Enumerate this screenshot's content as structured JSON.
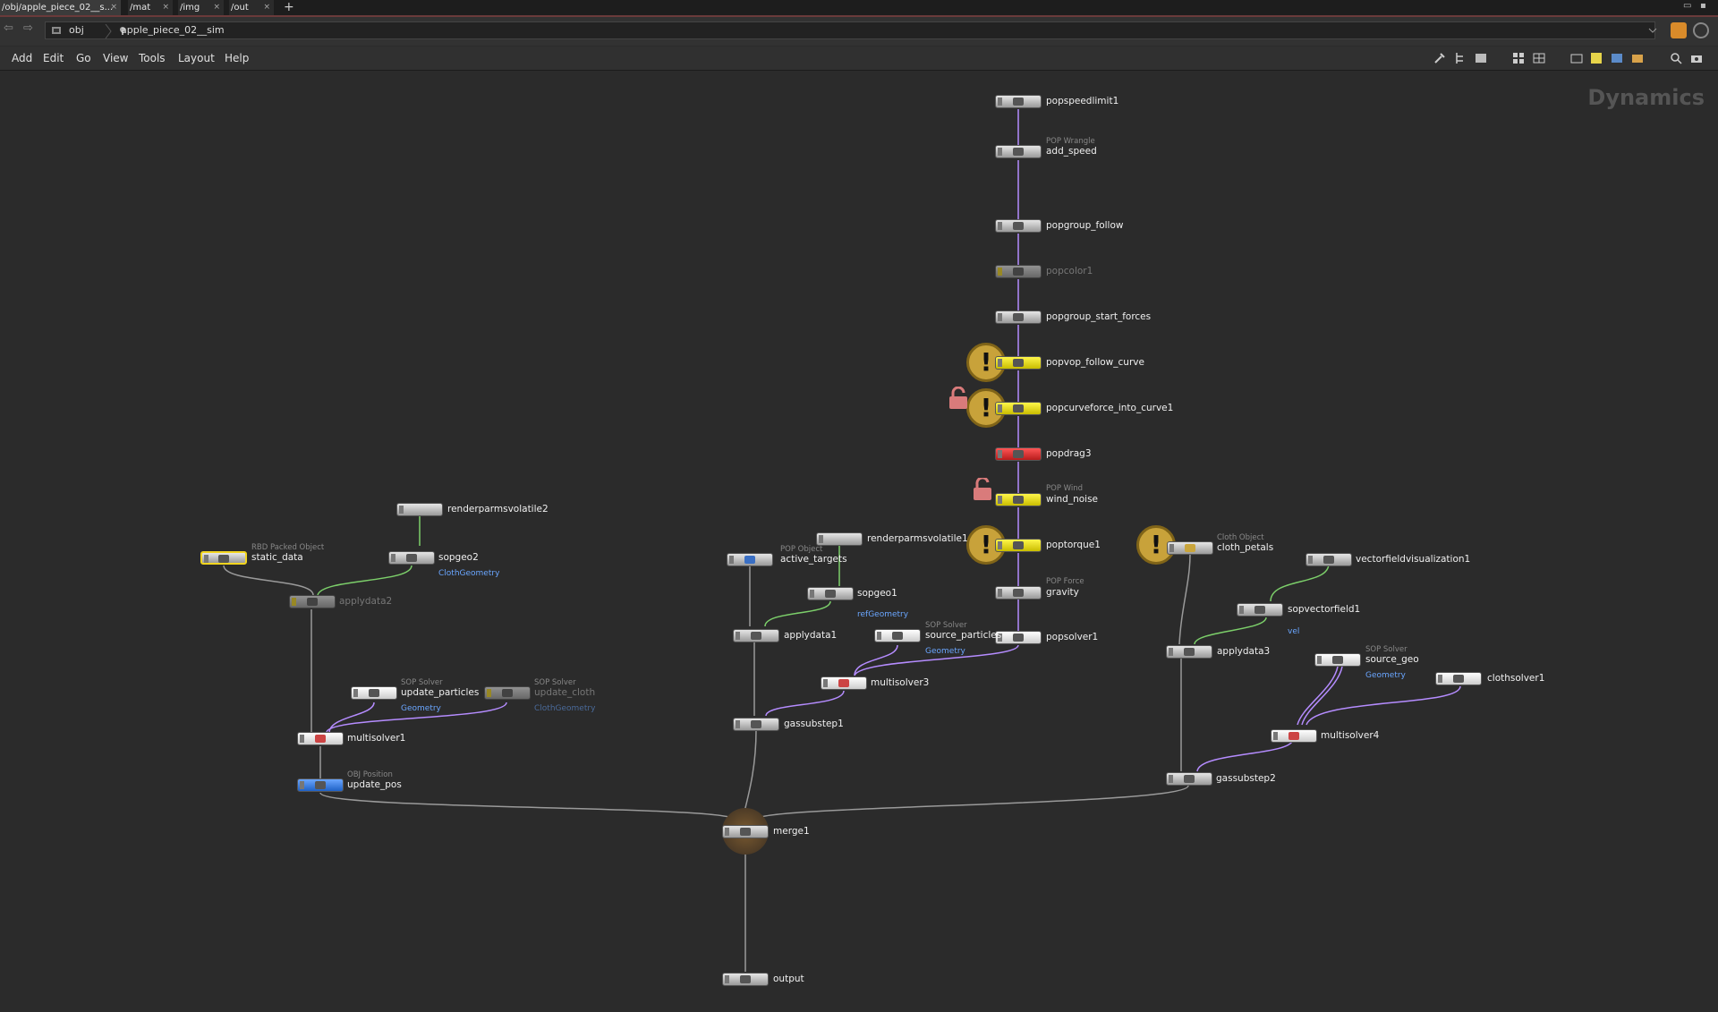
{
  "tabs": [
    {
      "label": "/obj/apple_piece_02__s...",
      "active": true
    },
    {
      "label": "/mat",
      "active": false
    },
    {
      "label": "/img",
      "active": false
    },
    {
      "label": "/out",
      "active": false
    }
  ],
  "tab_close": "×",
  "tab_add": "+",
  "path": {
    "root": "obj",
    "current": "apple_piece_02__sim"
  },
  "menu": [
    "Add",
    "Edit",
    "Go",
    "View",
    "Tools",
    "Layout",
    "Help"
  ],
  "network_context": "Dynamics",
  "nodes": {
    "popspeedlimit1": {
      "label": "popspeedlimit1"
    },
    "add_speed": {
      "label": "add_speed",
      "type": "POP Wrangle"
    },
    "popgroup_follow": {
      "label": "popgroup_follow"
    },
    "popcolor1": {
      "label": "popcolor1"
    },
    "popgroup_start_forces": {
      "label": "popgroup_start_forces"
    },
    "popvop_follow_curve": {
      "label": "popvop_follow_curve"
    },
    "popcurveforce_into_curve1": {
      "label": "popcurveforce_into_curve1"
    },
    "popdrag3": {
      "label": "popdrag3"
    },
    "wind_noise": {
      "label": "wind_noise",
      "type": "POP Wind"
    },
    "poptorque1": {
      "label": "poptorque1"
    },
    "gravity": {
      "label": "gravity",
      "type": "POP Force"
    },
    "popsolver1": {
      "label": "popsolver1"
    },
    "renderparmsvolatile2": {
      "label": "renderparmsvolatile2"
    },
    "static_data": {
      "label": "static_data",
      "type": "RBD Packed Object"
    },
    "sopgeo2": {
      "label": "sopgeo2",
      "sub": "ClothGeometry"
    },
    "applydata2": {
      "label": "applydata2"
    },
    "update_particles": {
      "label": "update_particles",
      "type": "SOP Solver",
      "sub": "Geometry"
    },
    "update_cloth": {
      "label": "update_cloth",
      "type": "SOP Solver",
      "sub": "ClothGeometry"
    },
    "multisolver1": {
      "label": "multisolver1"
    },
    "update_pos": {
      "label": "update_pos",
      "type": "OBJ Position"
    },
    "renderparmsvolatile1": {
      "label": "renderparmsvolatile1"
    },
    "active_targets": {
      "label": "active_targets",
      "type": "POP Object"
    },
    "sopgeo1": {
      "label": "sopgeo1",
      "sub": "refGeometry"
    },
    "applydata1": {
      "label": "applydata1"
    },
    "source_particles": {
      "label": "source_particles",
      "type": "SOP Solver",
      "sub": "Geometry"
    },
    "multisolver3": {
      "label": "multisolver3"
    },
    "gassubstep1": {
      "label": "gassubstep1"
    },
    "merge1": {
      "label": "merge1"
    },
    "output": {
      "label": "output"
    },
    "cloth_petals": {
      "label": "cloth_petals",
      "type": "Cloth Object"
    },
    "vectorfieldvisualization1": {
      "label": "vectorfieldvisualization1"
    },
    "sopvectorfield1": {
      "label": "sopvectorfield1",
      "sub": "vel"
    },
    "applydata3": {
      "label": "applydata3"
    },
    "source_geo": {
      "label": "source_geo",
      "type": "SOP Solver",
      "sub": "Geometry"
    },
    "clothsolver1": {
      "label": "clothsolver1"
    },
    "multisolver4": {
      "label": "multisolver4"
    },
    "gassubstep2": {
      "label": "gassubstep2"
    }
  },
  "warning_glyph": "!",
  "colors": {
    "background": "#2b2b2b",
    "pop_wire": "#b58cff",
    "geo_wire": "#7ccf6a",
    "default_wire": "#9a9a9a",
    "warning": "#c8a23a",
    "bypass_flag": "#f2d51f",
    "error_node": "#e03a3a",
    "position_node": "#3d82e6"
  }
}
